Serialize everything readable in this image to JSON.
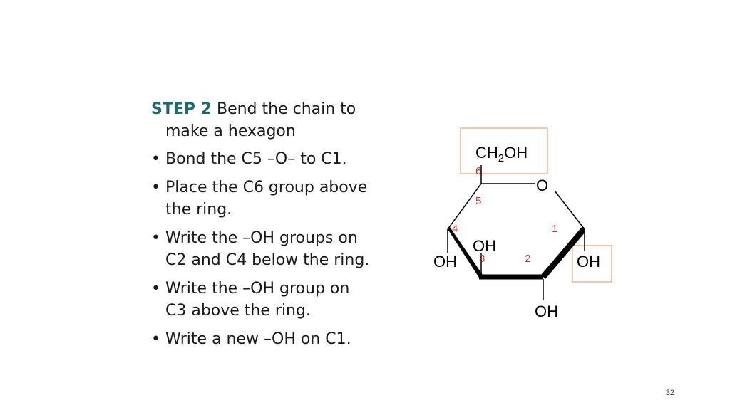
{
  "instructions": {
    "step_label": "STEP 2",
    "step_text_line1": "Bend the chain to",
    "step_text_line2": "make a hexagon",
    "bullets": [
      {
        "line1": "Bond the C5 –O–  to C1.",
        "line2": ""
      },
      {
        "line1": "Place the C6 group above",
        "line2": "the ring."
      },
      {
        "line1": "Write the –OH groups on",
        "line2": "C2 and C4 below the ring."
      },
      {
        "line1": "Write the –OH group on",
        "line2": "C3  above the ring."
      },
      {
        "line1": "Write a new –OH on C1.",
        "line2": ""
      }
    ]
  },
  "molecule": {
    "ch2oh_prefix": "CH",
    "ch2oh_sub": "2",
    "ch2oh_suffix": "OH",
    "ring_oxygen": "O",
    "carbon_numbers": {
      "c1": "1",
      "c2": "2",
      "c3": "3",
      "c4": "4",
      "c5": "5",
      "c6": "6"
    },
    "oh_c1": "OH",
    "oh_c2": "OH",
    "oh_c3": "OH",
    "oh_c4": "OH",
    "colors": {
      "number_color": "#c0392b",
      "box_color": "#e8a07a",
      "bond_color": "#000000"
    }
  },
  "page_number": "32"
}
